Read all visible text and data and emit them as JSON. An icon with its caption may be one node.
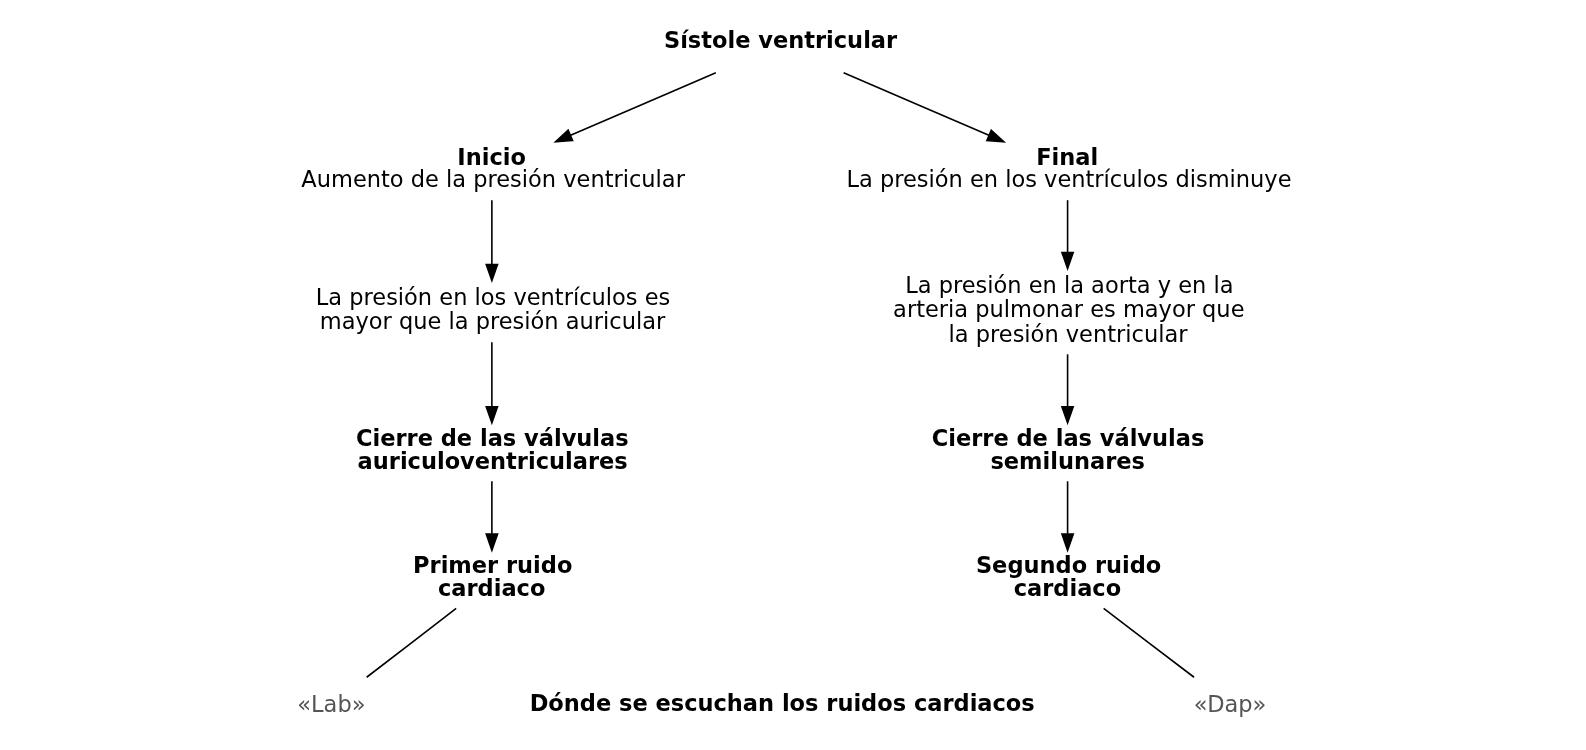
{
  "diagram": {
    "nodes": [
      {
        "text": [
          "Sístole ventricular"
        ]
      },
      {
        "text": [
          "Inicio",
          "Aumento de la presión ventricular"
        ]
      },
      {
        "text": [
          "Final",
          "La presión en los ventrículos disminuye"
        ]
      },
      {
        "text": [
          "La presión en los ventrículos es mayor que la presión auricular"
        ]
      },
      {
        "text": [
          "La presión en la aorta y en la arteria pulmonar es mayor que la presión ventricular"
        ]
      },
      {
        "text": [
          "Cierre de las válvulas auriculoventriculares"
        ]
      },
      {
        "text": [
          "Cierre de las válvulas semilunares"
        ]
      },
      {
        "text": [
          "Primer ruido cardiaco"
        ]
      },
      {
        "text": [
          "Segundo ruido cardiaco"
        ]
      },
      {
        "text": [
          "«Lab»"
        ]
      },
      {
        "text": [
          "«Dap»"
        ]
      }
    ],
    "edges": [
      {
        "from": 0,
        "to": 1,
        "arrow": "to"
      },
      {
        "from": 0,
        "to": 2,
        "arrow": "to"
      },
      {
        "from": 1,
        "to": 3,
        "arrow": "to"
      },
      {
        "from": 2,
        "to": 4,
        "arrow": "to"
      },
      {
        "from": 3,
        "to": 5,
        "arrow": "to"
      },
      {
        "from": 4,
        "to": 6,
        "arrow": "to"
      },
      {
        "from": 5,
        "to": 7,
        "arrow": "to"
      },
      {
        "from": 6,
        "to": 8,
        "arrow": "to"
      },
      {
        "from": 7,
        "to": 9,
        "arrow": "none"
      },
      {
        "from": 8,
        "to": 10,
        "arrow": "none"
      }
    ],
    "labels": [
      "Dónde se escuchan los ruidos cardiacos"
    ]
  }
}
